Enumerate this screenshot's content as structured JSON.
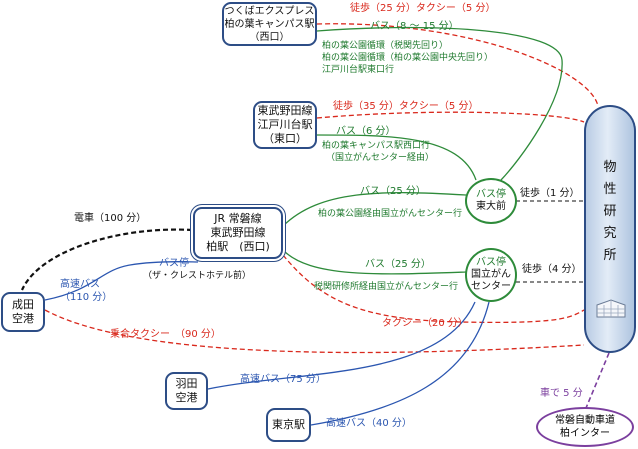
{
  "nodes": {
    "kashiwanoha": [
      "つくばエクスプレス",
      "柏の葉キャンパス駅",
      "（西口）"
    ],
    "edogawadai": [
      "東武野田線",
      "江戸川台駅",
      "（東口）"
    ],
    "kashiwa": [
      "JR 常磐線",
      "東武野田線",
      "柏駅　(西口)"
    ],
    "narita": [
      "成田",
      "空港"
    ],
    "haneda": [
      "羽田",
      "空港"
    ],
    "tokyo": [
      "東京駅"
    ],
    "todaimae": [
      "バス停",
      "東大前"
    ],
    "gancenter": [
      "バス停",
      "国立がん",
      "センター"
    ],
    "institute": [
      "物",
      "性",
      "研",
      "究",
      "所"
    ],
    "ic": [
      "常磐自動車道",
      "柏インター"
    ]
  },
  "routes": {
    "kashiwanoha_walk": "徒歩（25 分）タクシー（5 分）",
    "kashiwanoha_bus": "バス（8 ～ 15 分）",
    "kashiwanoha_bus_lines": [
      "柏の葉公園循環（税関先回り）",
      "柏の葉公園循環（柏の葉公園中央先回り）",
      "江戸川台駅東口行"
    ],
    "edogawadai_walk": "徒歩（35 分）タクシー（5 分）",
    "edogawadai_bus": "バス（6 分）",
    "edogawadai_bus_lines": [
      "柏の葉キャンパス駅西口行",
      "（国立がんセンター経由）"
    ],
    "kashiwa_bus_todai": "バス（25 分）",
    "kashiwa_bus_todai_line": "柏の葉公園経由国立がんセンター行",
    "kashiwa_bus_gan": "バス（25 分）",
    "kashiwa_bus_gan_line": "税関研修所経由国立がんセンター行",
    "kashiwa_taxi": "タクシー（20 分）",
    "train": "電車（100 分）",
    "narita_bus_stop": "バス停",
    "narita_bus_stop_name": "（ザ・クレストホテル前）",
    "narita_bus": [
      "高速バス",
      "（110 分）"
    ],
    "narita_taxi": "乗合タクシー　（90 分）",
    "todai_walk": "徒歩（1 分）",
    "gan_walk": "徒歩（4 分）",
    "haneda_bus": "高速バス（75 分）",
    "tokyo_bus": "高速バス（40 分）",
    "ic_car": "車で 5 分"
  },
  "colors": {
    "walk": "#d9281c",
    "bus": "#1f7a2e",
    "highway_bus": "#2b56b0",
    "train": "#111111",
    "car": "#7b3f9e",
    "box_border": "#2d4d86"
  }
}
